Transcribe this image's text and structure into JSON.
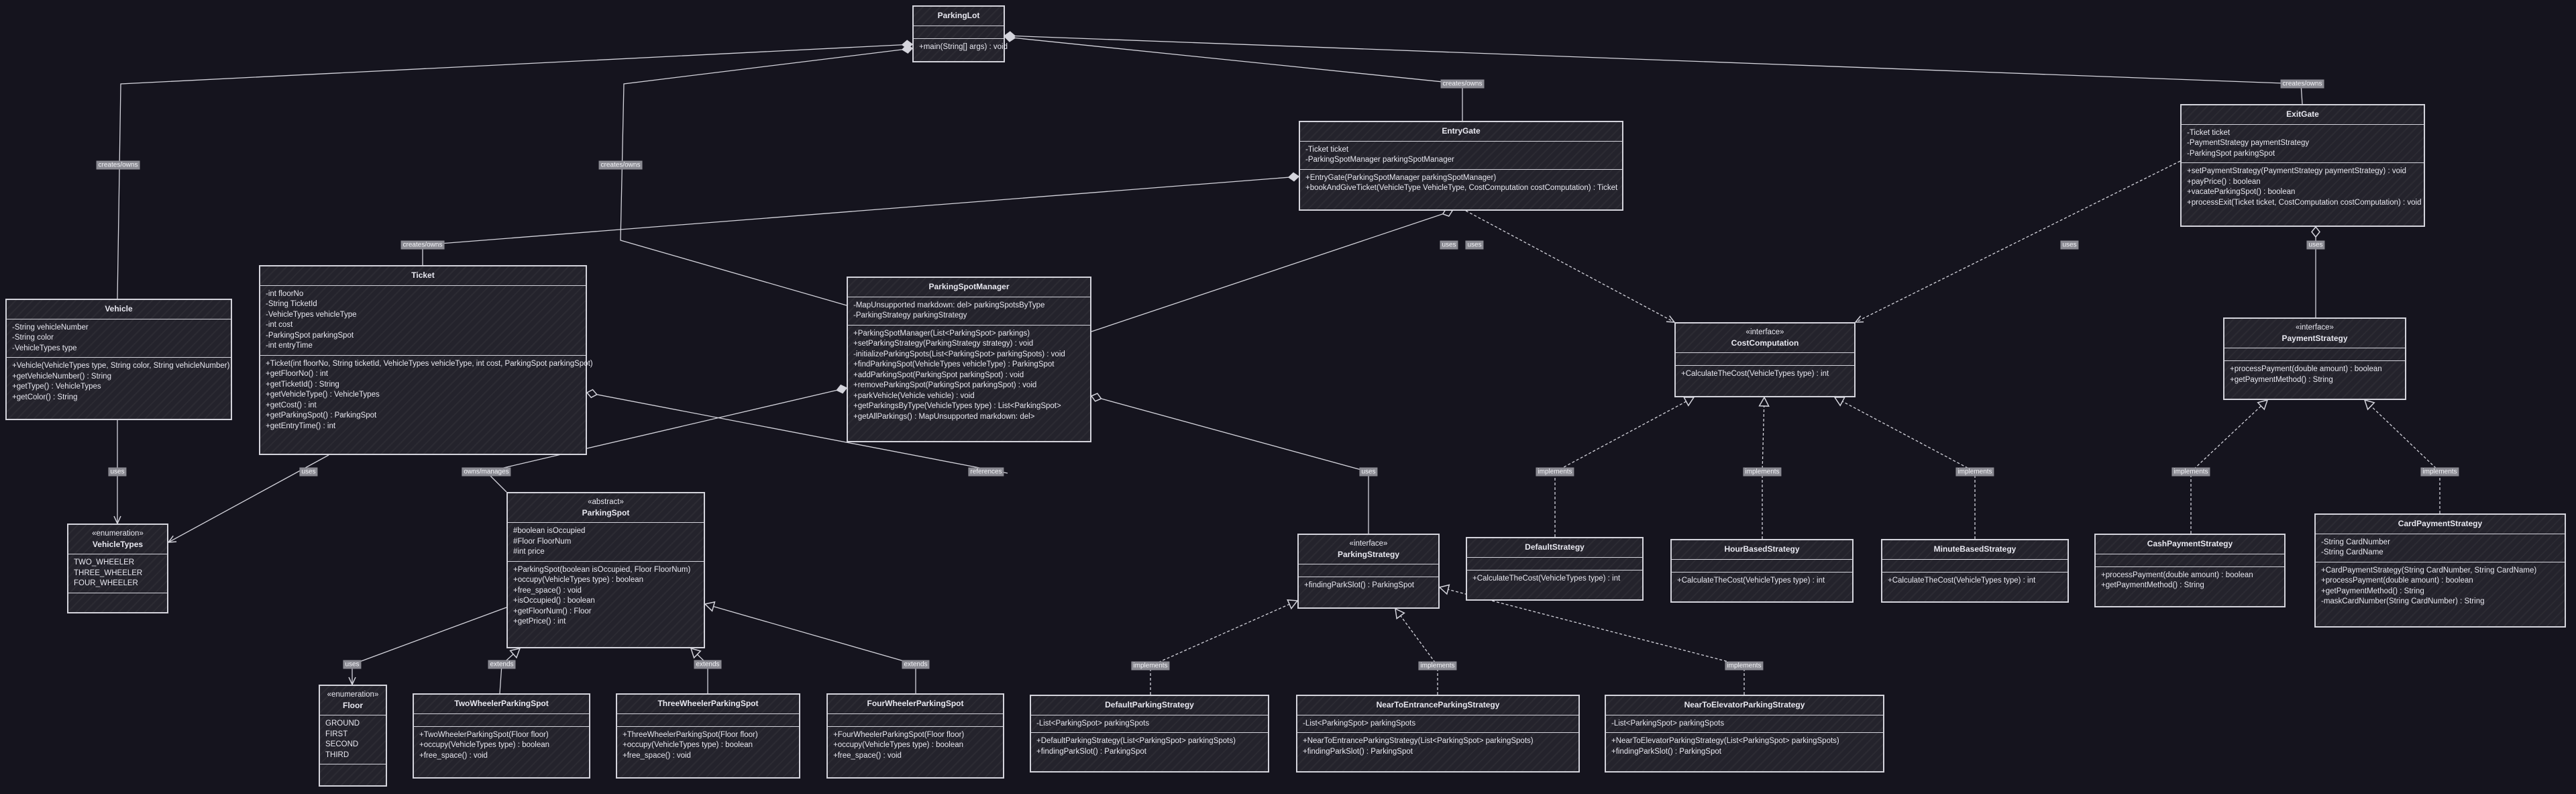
{
  "classes": [
    {
      "id": "ParkingLot",
      "name": "ParkingLot",
      "stereotype": "",
      "attrs": [],
      "methods": [
        "+main(String[] args) : void"
      ]
    },
    {
      "id": "EntryGate",
      "name": "EntryGate",
      "stereotype": "",
      "attrs": [
        "-Ticket ticket",
        "-ParkingSpotManager parkingSpotManager"
      ],
      "methods": [
        "+EntryGate(ParkingSpotManager parkingSpotManager)",
        "+bookAndGiveTicket(VehicleType VehicleType, CostComputation costComputation) : Ticket"
      ]
    },
    {
      "id": "ExitGate",
      "name": "ExitGate",
      "stereotype": "",
      "attrs": [
        "-Ticket ticket",
        "-PaymentStrategy paymentStrategy",
        "-ParkingSpot parkingSpot"
      ],
      "methods": [
        "+setPaymentStrategy(PaymentStrategy paymentStrategy) : void",
        "+payPrice() : boolean",
        "+vacateParkingSpot() : boolean",
        "+processExit(Ticket ticket, CostComputation costComputation) : void"
      ]
    },
    {
      "id": "Vehicle",
      "name": "Vehicle",
      "stereotype": "",
      "attrs": [
        "-String vehicleNumber",
        "-String color",
        "-VehicleTypes type"
      ],
      "methods": [
        "+Vehicle(VehicleTypes type, String color, String vehicleNumber)",
        "+getVehicleNumber() : String",
        "+getType() : VehicleTypes",
        "+getColor() : String"
      ]
    },
    {
      "id": "Ticket",
      "name": "Ticket",
      "stereotype": "",
      "attrs": [
        "-int floorNo",
        "-String TicketId",
        "-VehicleTypes vehicleType",
        "-int cost",
        "-ParkingSpot parkingSpot",
        "-int entryTime"
      ],
      "methods": [
        "+Ticket(int floorNo, String ticketId, VehicleTypes vehicleType, int cost, ParkingSpot parkingSpot)",
        "+getFloorNo() : int",
        "+getTicketId() : String",
        "+getVehicleType() : VehicleTypes",
        "+getCost() : int",
        "+getParkingSpot() : ParkingSpot",
        "+getEntryTime() : int"
      ]
    },
    {
      "id": "ParkingSpotManager",
      "name": "ParkingSpotManager",
      "stereotype": "",
      "attrs": [
        "-MapUnsupported markdown: del> parkingSpotsByType",
        "-ParkingStrategy parkingStrategy"
      ],
      "methods": [
        "+ParkingSpotManager(List<ParkingSpot> parkings)",
        "+setParkingStrategy(ParkingStrategy strategy) : void",
        "-initializeParkingSpots(List<ParkingSpot> parkingSpots) : void",
        "+findParkingSpot(VehicleTypes vehicleType) : ParkingSpot",
        "+addParkingSpot(ParkingSpot parkingSpot) : void",
        "+removeParkingSpot(ParkingSpot parkingSpot) : void",
        "+parkVehicle(Vehicle vehicle) : void",
        "+getParkingsByType(VehicleTypes type) : List<ParkingSpot>",
        "+getAllParkings() : MapUnsupported markdown: del>"
      ]
    },
    {
      "id": "CostComputation",
      "name": "CostComputation",
      "stereotype": "«interface»",
      "attrs": [],
      "methods": [
        "+CalculateTheCost(VehicleTypes type) : int"
      ]
    },
    {
      "id": "PaymentStrategy",
      "name": "PaymentStrategy",
      "stereotype": "«interface»",
      "attrs": [],
      "methods": [
        "+processPayment(double amount) : boolean",
        "+getPaymentMethod() : String"
      ]
    },
    {
      "id": "VehicleTypes",
      "name": "VehicleTypes",
      "stereotype": "«enumeration»",
      "attrs": [
        "TWO_WHEELER",
        "THREE_WHEELER",
        "FOUR_WHEELER"
      ],
      "methods": []
    },
    {
      "id": "ParkingSpot",
      "name": "ParkingSpot",
      "stereotype": "«abstract»",
      "attrs": [
        "#boolean isOccupied",
        "#Floor FloorNum",
        "#int price"
      ],
      "methods": [
        "+ParkingSpot(boolean isOccupied, Floor FloorNum)",
        "+occupy(VehicleTypes type) : boolean",
        "+free_space() : void",
        "+isOccupied() : boolean",
        "+getFloorNum() : Floor",
        "+getPrice() : int"
      ]
    },
    {
      "id": "ParkingStrategy",
      "name": "ParkingStrategy",
      "stereotype": "«interface»",
      "attrs": [],
      "methods": [
        "+findingParkSlot() : ParkingSpot"
      ]
    },
    {
      "id": "DefaultStrategy",
      "name": "DefaultStrategy",
      "stereotype": "",
      "attrs": [],
      "methods": [
        "+CalculateTheCost(VehicleTypes type) : int"
      ]
    },
    {
      "id": "HourBasedStrategy",
      "name": "HourBasedStrategy",
      "stereotype": "",
      "attrs": [],
      "methods": [
        "+CalculateTheCost(VehicleTypes type) : int"
      ]
    },
    {
      "id": "MinuteBasedStrategy",
      "name": "MinuteBasedStrategy",
      "stereotype": "",
      "attrs": [],
      "methods": [
        "+CalculateTheCost(VehicleTypes type) : int"
      ]
    },
    {
      "id": "CashPaymentStrategy",
      "name": "CashPaymentStrategy",
      "stereotype": "",
      "attrs": [],
      "methods": [
        "+processPayment(double amount) : boolean",
        "+getPaymentMethod() : String"
      ]
    },
    {
      "id": "CardPaymentStrategy",
      "name": "CardPaymentStrategy",
      "stereotype": "",
      "attrs": [
        "-String CardNumber",
        "-String CardName"
      ],
      "methods": [
        "+CardPaymentStrategy(String CardNumber, String CardName)",
        "+processPayment(double amount) : boolean",
        "+getPaymentMethod() : String",
        "-maskCardNumber(String CardNumber) : String"
      ]
    },
    {
      "id": "Floor",
      "name": "Floor",
      "stereotype": "«enumeration»",
      "attrs": [
        "GROUND",
        "FIRST",
        "SECOND",
        "THIRD"
      ],
      "methods": []
    },
    {
      "id": "TwoWheelerParkingSpot",
      "name": "TwoWheelerParkingSpot",
      "stereotype": "",
      "attrs": [],
      "methods": [
        "+TwoWheelerParkingSpot(Floor floor)",
        "+occupy(VehicleTypes type) : boolean",
        "+free_space() : void"
      ]
    },
    {
      "id": "ThreeWheelerParkingSpot",
      "name": "ThreeWheelerParkingSpot",
      "stereotype": "",
      "attrs": [],
      "methods": [
        "+ThreeWheelerParkingSpot(Floor floor)",
        "+occupy(VehicleTypes type) : boolean",
        "+free_space() : void"
      ]
    },
    {
      "id": "FourWheelerParkingSpot",
      "name": "FourWheelerParkingSpot",
      "stereotype": "",
      "attrs": [],
      "methods": [
        "+FourWheelerParkingSpot(Floor floor)",
        "+occupy(VehicleTypes type) : boolean",
        "+free_space() : void"
      ]
    },
    {
      "id": "DefaultParkingStrategy",
      "name": "DefaultParkingStrategy",
      "stereotype": "",
      "attrs": [
        "-List<ParkingSpot> parkingSpots"
      ],
      "methods": [
        "+DefaultParkingStrategy(List<ParkingSpot> parkingSpots)",
        "+findingParkSlot() : ParkingSpot"
      ]
    },
    {
      "id": "NearToEntranceParkingStrategy",
      "name": "NearToEntranceParkingStrategy",
      "stereotype": "",
      "attrs": [
        "-List<ParkingSpot> parkingSpots"
      ],
      "methods": [
        "+NearToEntranceParkingStrategy(List<ParkingSpot> parkingSpots)",
        "+findingParkSlot() : ParkingSpot"
      ]
    },
    {
      "id": "NearToElevatorParkingStrategy",
      "name": "NearToElevatorParkingStrategy",
      "stereotype": "",
      "attrs": [
        "-List<ParkingSpot> parkingSpots"
      ],
      "methods": [
        "+NearToElevatorParkingStrategy(List<ParkingSpot> parkingSpots)",
        "+findingParkSlot() : ParkingSpot"
      ]
    }
  ],
  "relations": [
    {
      "from": "ParkingLot",
      "to": "Vehicle",
      "kind": "composition",
      "label": "creates/owns"
    },
    {
      "from": "ParkingLot",
      "to": "ParkingSpotManager",
      "kind": "composition",
      "label": "creates/owns"
    },
    {
      "from": "ParkingLot",
      "to": "EntryGate",
      "kind": "composition",
      "label": "creates/owns"
    },
    {
      "from": "ParkingLot",
      "to": "ExitGate",
      "kind": "composition",
      "label": "creates/owns"
    },
    {
      "from": "EntryGate",
      "to": "Ticket",
      "kind": "composition",
      "label": "creates/owns"
    },
    {
      "from": "EntryGate",
      "to": "ParkingSpotManager",
      "kind": "aggregation",
      "label": "uses"
    },
    {
      "from": "EntryGate",
      "to": "CostComputation",
      "kind": "dependency",
      "label": "uses"
    },
    {
      "from": "ExitGate",
      "to": "CostComputation",
      "kind": "dependency",
      "label": "uses"
    },
    {
      "from": "ExitGate",
      "to": "PaymentStrategy",
      "kind": "aggregation",
      "label": "uses"
    },
    {
      "from": "Vehicle",
      "to": "VehicleTypes",
      "kind": "association",
      "label": "uses"
    },
    {
      "from": "Ticket",
      "to": "VehicleTypes",
      "kind": "association",
      "label": "uses"
    },
    {
      "from": "Ticket",
      "to": "ParkingSpot",
      "kind": "aggregation",
      "label": "references"
    },
    {
      "from": "ParkingSpotManager",
      "to": "ParkingSpot",
      "kind": "composition",
      "label": "owns/manages"
    },
    {
      "from": "ParkingSpotManager",
      "to": "ParkingStrategy",
      "kind": "aggregation",
      "label": "uses"
    },
    {
      "from": "ParkingSpot",
      "to": "Floor",
      "kind": "association",
      "label": "uses"
    },
    {
      "from": "TwoWheelerParkingSpot",
      "to": "ParkingSpot",
      "kind": "inheritance",
      "label": "extends"
    },
    {
      "from": "ThreeWheelerParkingSpot",
      "to": "ParkingSpot",
      "kind": "inheritance",
      "label": "extends"
    },
    {
      "from": "FourWheelerParkingSpot",
      "to": "ParkingSpot",
      "kind": "inheritance",
      "label": "extends"
    },
    {
      "from": "DefaultStrategy",
      "to": "CostComputation",
      "kind": "realization",
      "label": "implements"
    },
    {
      "from": "HourBasedStrategy",
      "to": "CostComputation",
      "kind": "realization",
      "label": "implements"
    },
    {
      "from": "MinuteBasedStrategy",
      "to": "CostComputation",
      "kind": "realization",
      "label": "implements"
    },
    {
      "from": "CashPaymentStrategy",
      "to": "PaymentStrategy",
      "kind": "realization",
      "label": "implements"
    },
    {
      "from": "CardPaymentStrategy",
      "to": "PaymentStrategy",
      "kind": "realization",
      "label": "implements"
    },
    {
      "from": "DefaultParkingStrategy",
      "to": "ParkingStrategy",
      "kind": "realization",
      "label": "implements"
    },
    {
      "from": "NearToEntranceParkingStrategy",
      "to": "ParkingStrategy",
      "kind": "realization",
      "label": "implements"
    },
    {
      "from": "NearToElevatorParkingStrategy",
      "to": "ParkingStrategy",
      "kind": "realization",
      "label": "implements"
    }
  ],
  "colors": {
    "background": "#15141e",
    "box_fill": "#24232c",
    "line": "#d4d4dc",
    "label_bg": "#8a8a92"
  }
}
